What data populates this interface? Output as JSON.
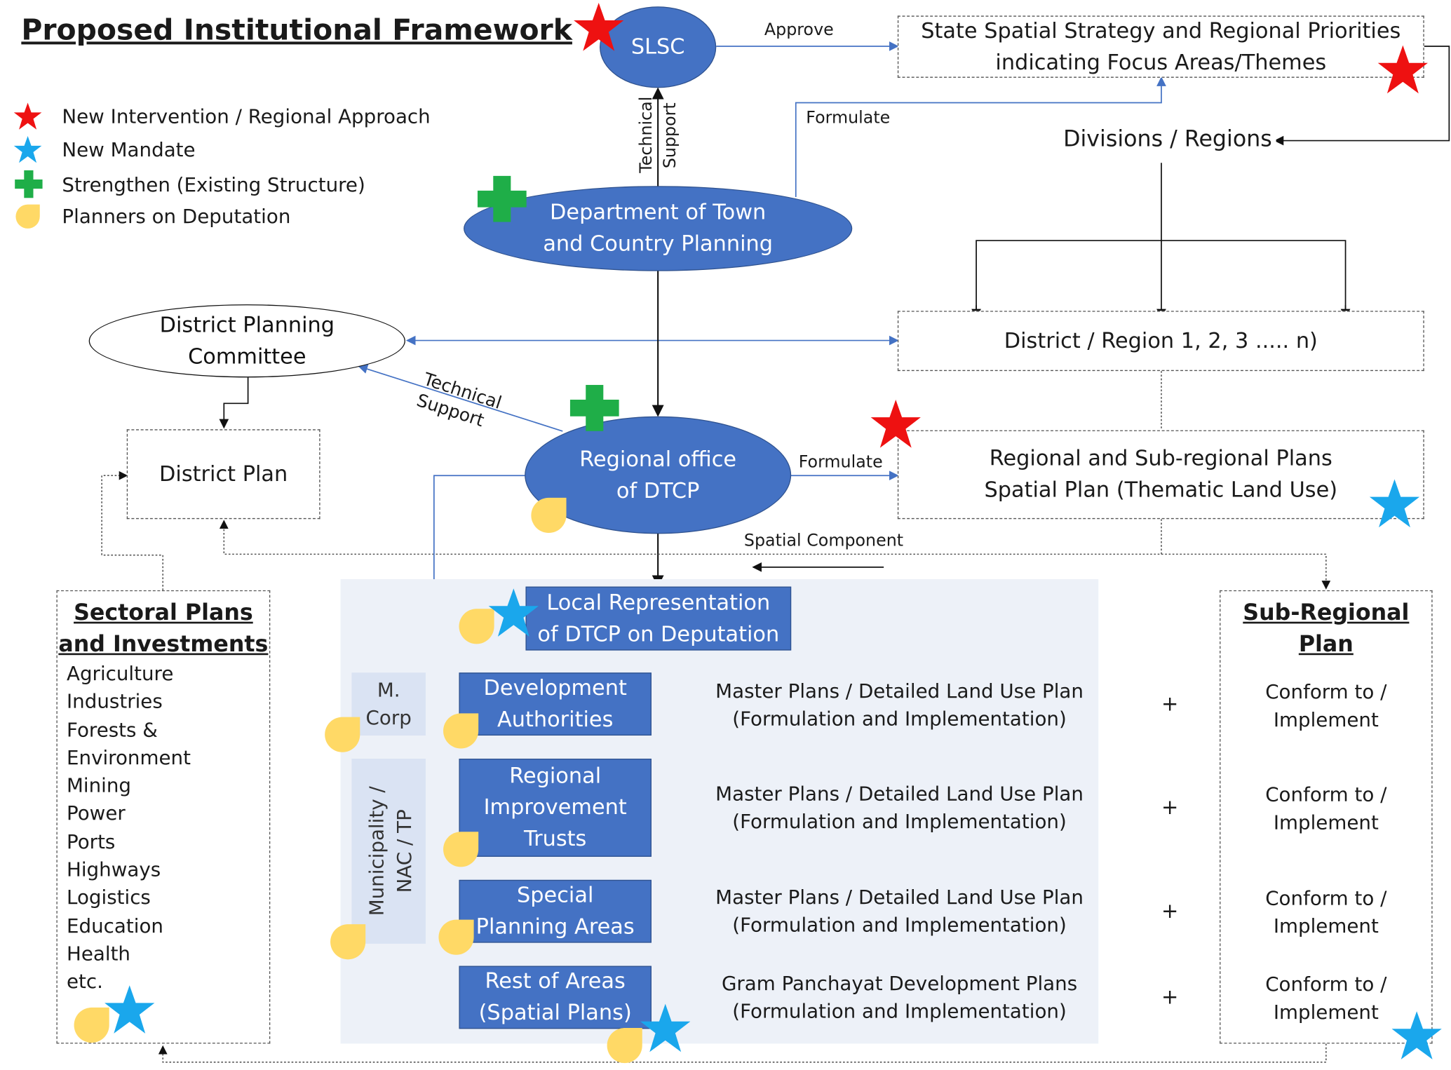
{
  "title": "Proposed Institutional Framework",
  "legend": [
    {
      "label": "New Intervention / Regional Approach",
      "icon": "red-star-icon",
      "color": "#ee1111"
    },
    {
      "label": "New Mandate",
      "icon": "blue-star-icon",
      "color": "#1aa7ec"
    },
    {
      "label": "Strengthen (Existing Structure)",
      "icon": "green-cross-icon",
      "color": "#1fae48"
    },
    {
      "label": "Planners on Deputation",
      "icon": "yellow-drop-icon",
      "color": "#ffd966"
    }
  ],
  "nodes": {
    "slsc": "SLSC",
    "dtcp": [
      "Department of Town",
      "and Country Planning"
    ],
    "state_strategy": [
      "State Spatial Strategy and Regional Priorities",
      "indicating Focus Areas/Themes"
    ],
    "divisions": "Divisions / Regions",
    "district_region": "District / Region 1, 2, 3 ..... n)",
    "dpc": [
      "District Planning",
      "Committee"
    ],
    "district_plan": "District Plan",
    "regional_office": [
      "Regional office",
      "of DTCP"
    ],
    "regional_plans": [
      "Regional and Sub-regional Plans",
      "Spatial Plan (Thematic Land Use)"
    ],
    "local_rep": [
      "Local Representation",
      "of DTCP on Deputation"
    ],
    "m_corp": [
      "M.",
      "Corp"
    ],
    "municipality": [
      "Municipality /",
      "NAC / TP"
    ]
  },
  "edge_labels": {
    "approve": "Approve",
    "formulate_top": "Formulate",
    "technical_support_vertical": [
      "Technical",
      "Support"
    ],
    "technical_support_diag": [
      "Technical",
      "Support"
    ],
    "formulate_mid": "Formulate",
    "spatial_component": "Spatial Component"
  },
  "sectoral": {
    "heading": [
      "Sectoral Plans",
      "and Investments"
    ],
    "items": [
      "Agriculture",
      "Industries",
      "Forests &",
      "Environment",
      "Mining",
      "Power",
      "Ports",
      "Highways",
      "Logistics",
      "Education",
      "Health",
      "etc."
    ]
  },
  "sub_regional": {
    "heading": [
      "Sub-Regional",
      "Plan"
    ]
  },
  "rows": [
    {
      "agency": [
        "Development",
        "Authorities"
      ],
      "plan": [
        "Master Plans / Detailed Land Use Plan",
        "(Formulation and Implementation)"
      ],
      "plus": "+",
      "conform": [
        "Conform to /",
        "Implement"
      ]
    },
    {
      "agency": [
        "Regional",
        "Improvement",
        "Trusts"
      ],
      "plan": [
        "Master Plans / Detailed Land Use Plan",
        "(Formulation and Implementation)"
      ],
      "plus": "+",
      "conform": [
        "Conform to /",
        "Implement"
      ]
    },
    {
      "agency": [
        "Special",
        "Planning Areas"
      ],
      "plan": [
        "Master Plans / Detailed Land Use Plan",
        "(Formulation and Implementation)"
      ],
      "plus": "+",
      "conform": [
        "Conform to /",
        "Implement"
      ]
    },
    {
      "agency": [
        "Rest of Areas",
        "(Spatial Plans)"
      ],
      "plan": [
        "Gram Panchayat Development Plans",
        "(Formulation and Implementation)"
      ],
      "plus": "+",
      "conform": [
        "Conform to /",
        "Implement"
      ]
    }
  ],
  "colors": {
    "node_fill": "#4472c4",
    "panel_fill": "#dae3f3",
    "red": "#ee1111",
    "blue_star": "#1aa7ec",
    "green": "#1fae48",
    "yellow": "#ffd966"
  }
}
